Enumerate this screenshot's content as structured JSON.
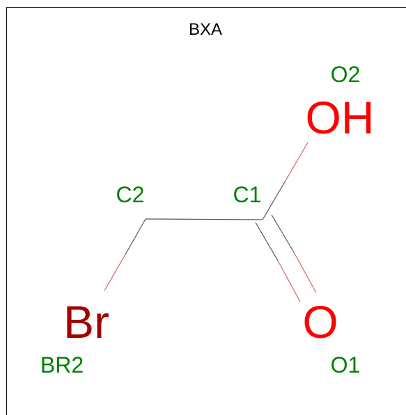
{
  "molecule": {
    "title": "BXA",
    "atom_labels": {
      "o2": "O2",
      "c2": "C2",
      "c1": "C1",
      "br2": "BR2",
      "o1": "O1"
    },
    "element_symbols": {
      "oh": "OH",
      "br": "Br",
      "o": "O"
    },
    "colors": {
      "oxygen": "#ff0000",
      "bromine": "#a40000",
      "atom_label": "#008000",
      "bond": "#555555",
      "title": "#000000"
    }
  }
}
